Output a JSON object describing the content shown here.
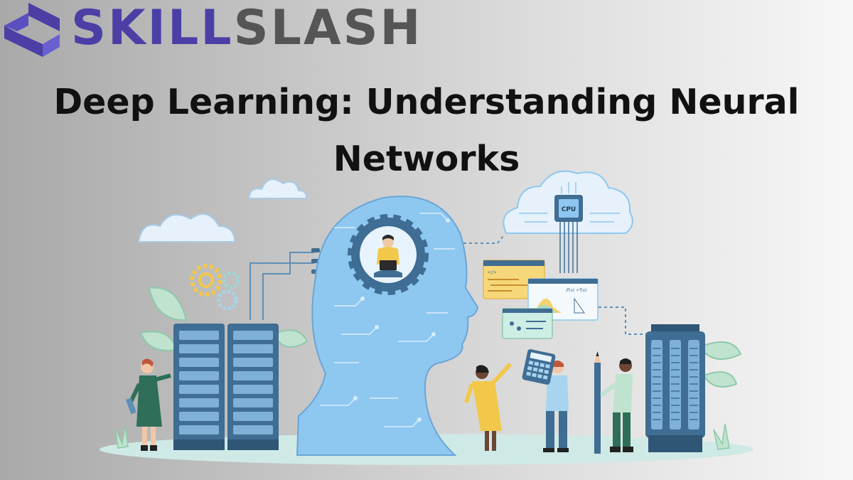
{
  "brand": {
    "part1": "SKILL",
    "part2": "SLASH"
  },
  "title": "Deep Learning: Understanding Neural Networks",
  "illustration": {
    "chip_label": "CPU",
    "code_tag": "</>",
    "formula_text": "/f(x) +f(x)",
    "icons": [
      "cloud-icon",
      "gear-icon",
      "server-icon",
      "head-icon",
      "calculator-icon",
      "pencil-icon",
      "chart-icon",
      "leaf-icon"
    ],
    "colors": {
      "brand_purple": "#4b3fa6",
      "brand_gray": "#555555",
      "head_blue": "#8ec7f0",
      "server_blue": "#3f6d93",
      "leaf_green": "#bfe3cf",
      "accent_yellow": "#f2c84b"
    }
  }
}
